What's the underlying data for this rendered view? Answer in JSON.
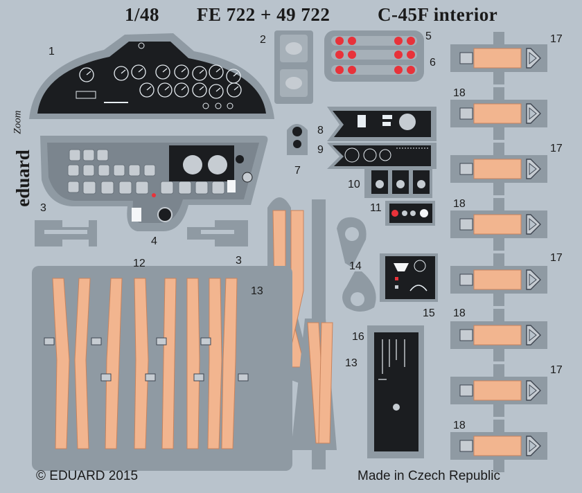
{
  "sheet": {
    "scale": "1/48",
    "codes": "FE 722 + 49 722",
    "subject": "C-45F interior",
    "copyright": "© EDUARD 2015",
    "origin": "Made in Czech Republic",
    "brand": "eduard",
    "line": "Zoom"
  },
  "part_numbers": [
    "1",
    "2",
    "3",
    "3",
    "4",
    "5",
    "6",
    "7",
    "8",
    "9",
    "10",
    "11",
    "12",
    "13",
    "13",
    "14",
    "15",
    "16",
    "17",
    "18",
    "17",
    "18",
    "17",
    "18",
    "17",
    "18"
  ],
  "colors": {
    "fret": "#b9c3cc",
    "frame": "#8f9aa3",
    "panel": "#1b1d20",
    "belt": "#f2b58f",
    "belt_stroke": "#c9835c",
    "red_light": "#e8323a"
  }
}
